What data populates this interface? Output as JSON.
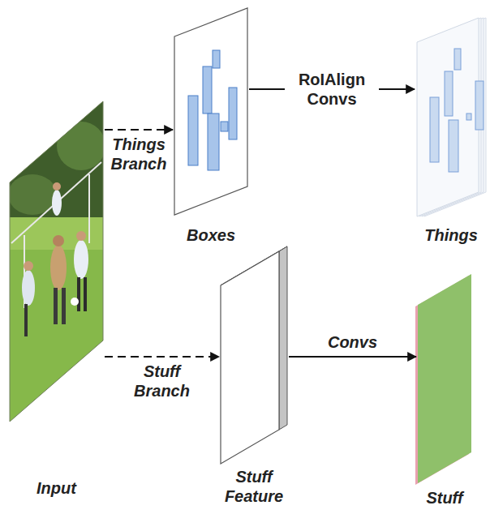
{
  "diagram": {
    "nodes": [
      {
        "text": [
          "Input"
        ]
      },
      {
        "text": [
          "Boxes"
        ]
      },
      {
        "text": [
          "Things"
        ]
      },
      {
        "text": [
          "Stuff Feature"
        ]
      },
      {
        "text": [
          "Stuff"
        ]
      }
    ],
    "edges": [
      {
        "from": 0,
        "to": 1,
        "arrow": "to",
        "label": "Things Branch"
      },
      {
        "from": 0,
        "to": 3,
        "arrow": "to",
        "label": "Stuff Branch"
      },
      {
        "from": 1,
        "to": 2,
        "arrow": "to",
        "label": "RoIAlign Convs"
      },
      {
        "from": 3,
        "to": 4,
        "arrow": "to",
        "label": "Convs"
      }
    ]
  }
}
